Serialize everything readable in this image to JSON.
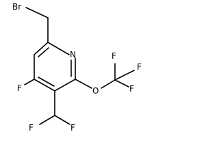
{
  "molecule": {
    "atoms": {
      "br": "Br",
      "n": "N",
      "o": "O",
      "f_ring": "F",
      "f_cf3_top": "F",
      "f_cf3_right": "F",
      "f_cf3_bottom": "F",
      "f_chf2_left": "F",
      "f_chf2_right": "F"
    }
  }
}
